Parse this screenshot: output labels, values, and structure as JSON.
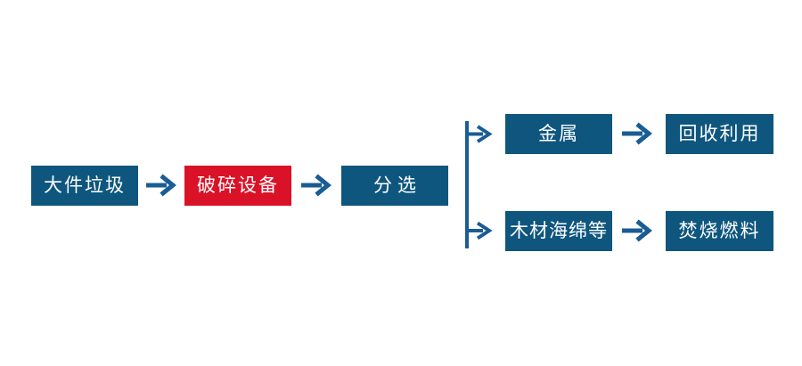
{
  "colors": {
    "page_bg": "#ffffff",
    "node_blue": "#0e567e",
    "node_red": "#da1228",
    "arrow_blue": "#1a5c93",
    "node_text": "#ffffff"
  },
  "diagram": {
    "type": "flowchart",
    "direction": "left-to-right",
    "nodes": [
      {
        "id": "bulky-waste",
        "label": "大件垃圾",
        "color_role": "blue"
      },
      {
        "id": "crushing-equipment",
        "label": "破碎设备",
        "color_role": "red"
      },
      {
        "id": "sorting",
        "label": "分选",
        "color_role": "blue"
      },
      {
        "id": "metal",
        "label": "金属",
        "color_role": "blue"
      },
      {
        "id": "recycling",
        "label": "回收利用",
        "color_role": "blue"
      },
      {
        "id": "wood-sponge-etc",
        "label": "木材海绵等",
        "color_role": "blue"
      },
      {
        "id": "incineration-fuel",
        "label": "焚烧燃料",
        "color_role": "blue"
      }
    ],
    "edges": [
      {
        "from": "bulky-waste",
        "to": "crushing-equipment"
      },
      {
        "from": "crushing-equipment",
        "to": "sorting"
      },
      {
        "from": "sorting",
        "to": "metal"
      },
      {
        "from": "sorting",
        "to": "wood-sponge-etc"
      },
      {
        "from": "metal",
        "to": "recycling"
      },
      {
        "from": "wood-sponge-etc",
        "to": "incineration-fuel"
      }
    ]
  }
}
